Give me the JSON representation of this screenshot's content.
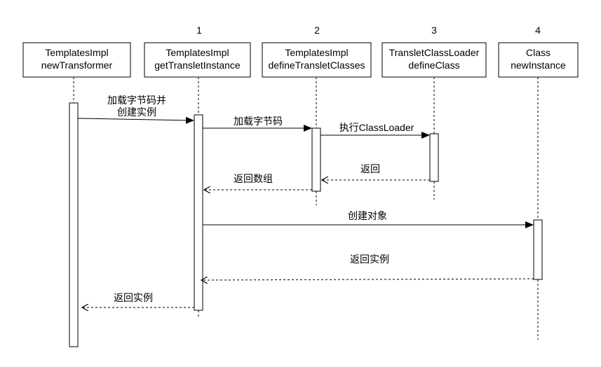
{
  "participants": [
    {
      "number": "",
      "line1": "TemplatesImpl",
      "line2": "newTransformer"
    },
    {
      "number": "1",
      "line1": "TemplatesImpl",
      "line2": "getTransletInstance"
    },
    {
      "number": "2",
      "line1": "TemplatesImpl",
      "line2": "defineTransletClasses"
    },
    {
      "number": "3",
      "line1": "TransletClassLoader",
      "line2": "defineClass"
    },
    {
      "number": "4",
      "line1": "Class",
      "line2": "newInstance"
    }
  ],
  "messages": [
    {
      "line1": "加载字节码并",
      "line2": "创建实例"
    },
    {
      "line1": "加载字节码"
    },
    {
      "line1": "执行ClassLoader"
    },
    {
      "line1": "返回"
    },
    {
      "line1": "返回数组"
    },
    {
      "line1": "创建对象"
    },
    {
      "line1": "返回实例"
    },
    {
      "line1": "返回实例"
    }
  ]
}
